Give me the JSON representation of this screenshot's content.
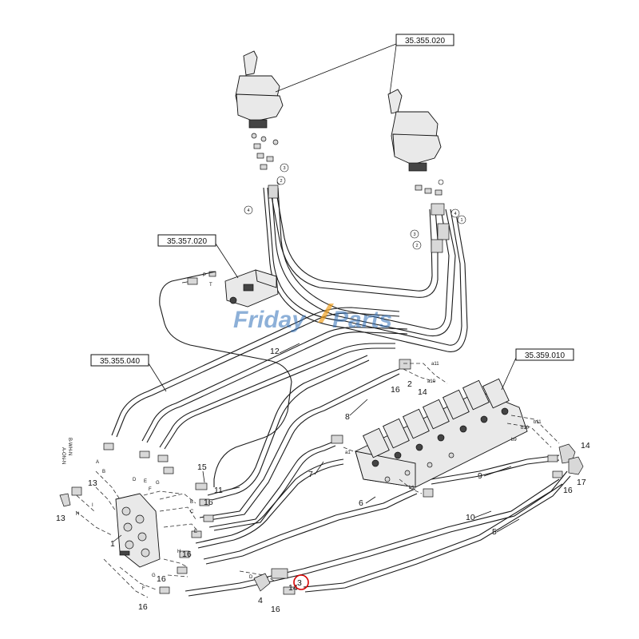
{
  "diagram": {
    "refs": {
      "joysticks": "35.355.020",
      "pilot_valve": "35.357.020",
      "hose_group": "35.355.040",
      "control_valve": "35.359.010"
    },
    "callouts": {
      "n1": "1",
      "n2": "2",
      "n3": "3",
      "n4": "4",
      "n5": "5",
      "n6": "6",
      "n7": "7",
      "n8": "8",
      "n9": "9",
      "n10": "10",
      "n11": "11",
      "n12": "12",
      "n13a": "13",
      "n13b": "13",
      "n14a": "14",
      "n14b": "14",
      "n14c": "14",
      "n15": "15",
      "n16a": "16",
      "n16b": "16",
      "n16c": "16",
      "n16d": "16",
      "n16e": "16",
      "n16f": "16",
      "n16g": "16",
      "n16h": "16",
      "n17": "17"
    },
    "circled": {
      "c4": "4",
      "c3a": "3",
      "c3b": "3",
      "c2a": "2",
      "c2b": "2",
      "c4b": "4",
      "c1": "1"
    },
    "port_letters": {
      "a11": "a11",
      "a10": "a10",
      "a1": "a1",
      "b1": "b1",
      "b9": "b9",
      "b10": "b10",
      "b11": "b11",
      "A": "A",
      "B": "B",
      "C": "C",
      "D": "D",
      "E": "E",
      "F": "F",
      "G": "G",
      "H": "H",
      "I": "I",
      "P": "P",
      "T": "T"
    },
    "vertical_notes": {
      "left1": "B-WH-N",
      "left2": "A-ON-N"
    },
    "highlight_target": "3",
    "highlight_color": "#d60000"
  },
  "watermark": {
    "brand": "FridayParts",
    "brand_part1": "Friday",
    "brand_part2": "Parts",
    "color": "#2f6fb8",
    "accent": "#f0a020"
  }
}
